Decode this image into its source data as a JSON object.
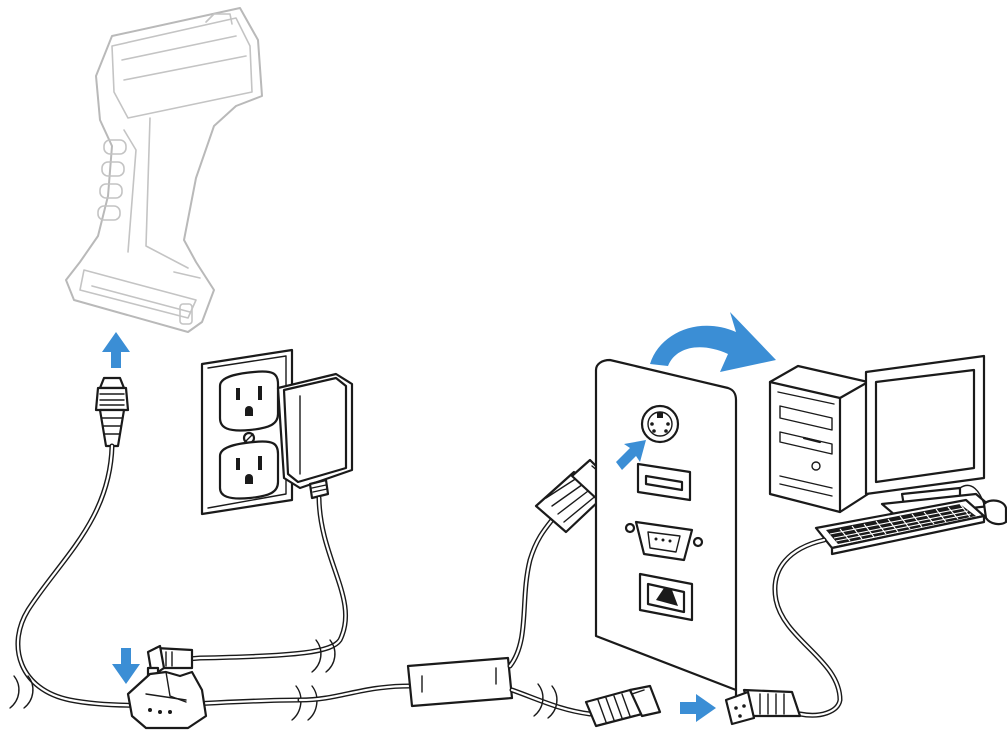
{
  "diagram": {
    "accent_color": "#3b8ed5",
    "line_color": "#1a1a1a",
    "ghost_color": "#b9b9b9",
    "components": [
      "handheld-scanner",
      "wall-outlet",
      "power-adapter",
      "host-computer",
      "monitor",
      "keyboard",
      "computer-port-panel",
      "keyboard-wedge-cable"
    ],
    "icons": [
      "up-arrow-icon",
      "down-arrow-icon",
      "right-arrow-icon",
      "curved-arrow-icon"
    ]
  }
}
